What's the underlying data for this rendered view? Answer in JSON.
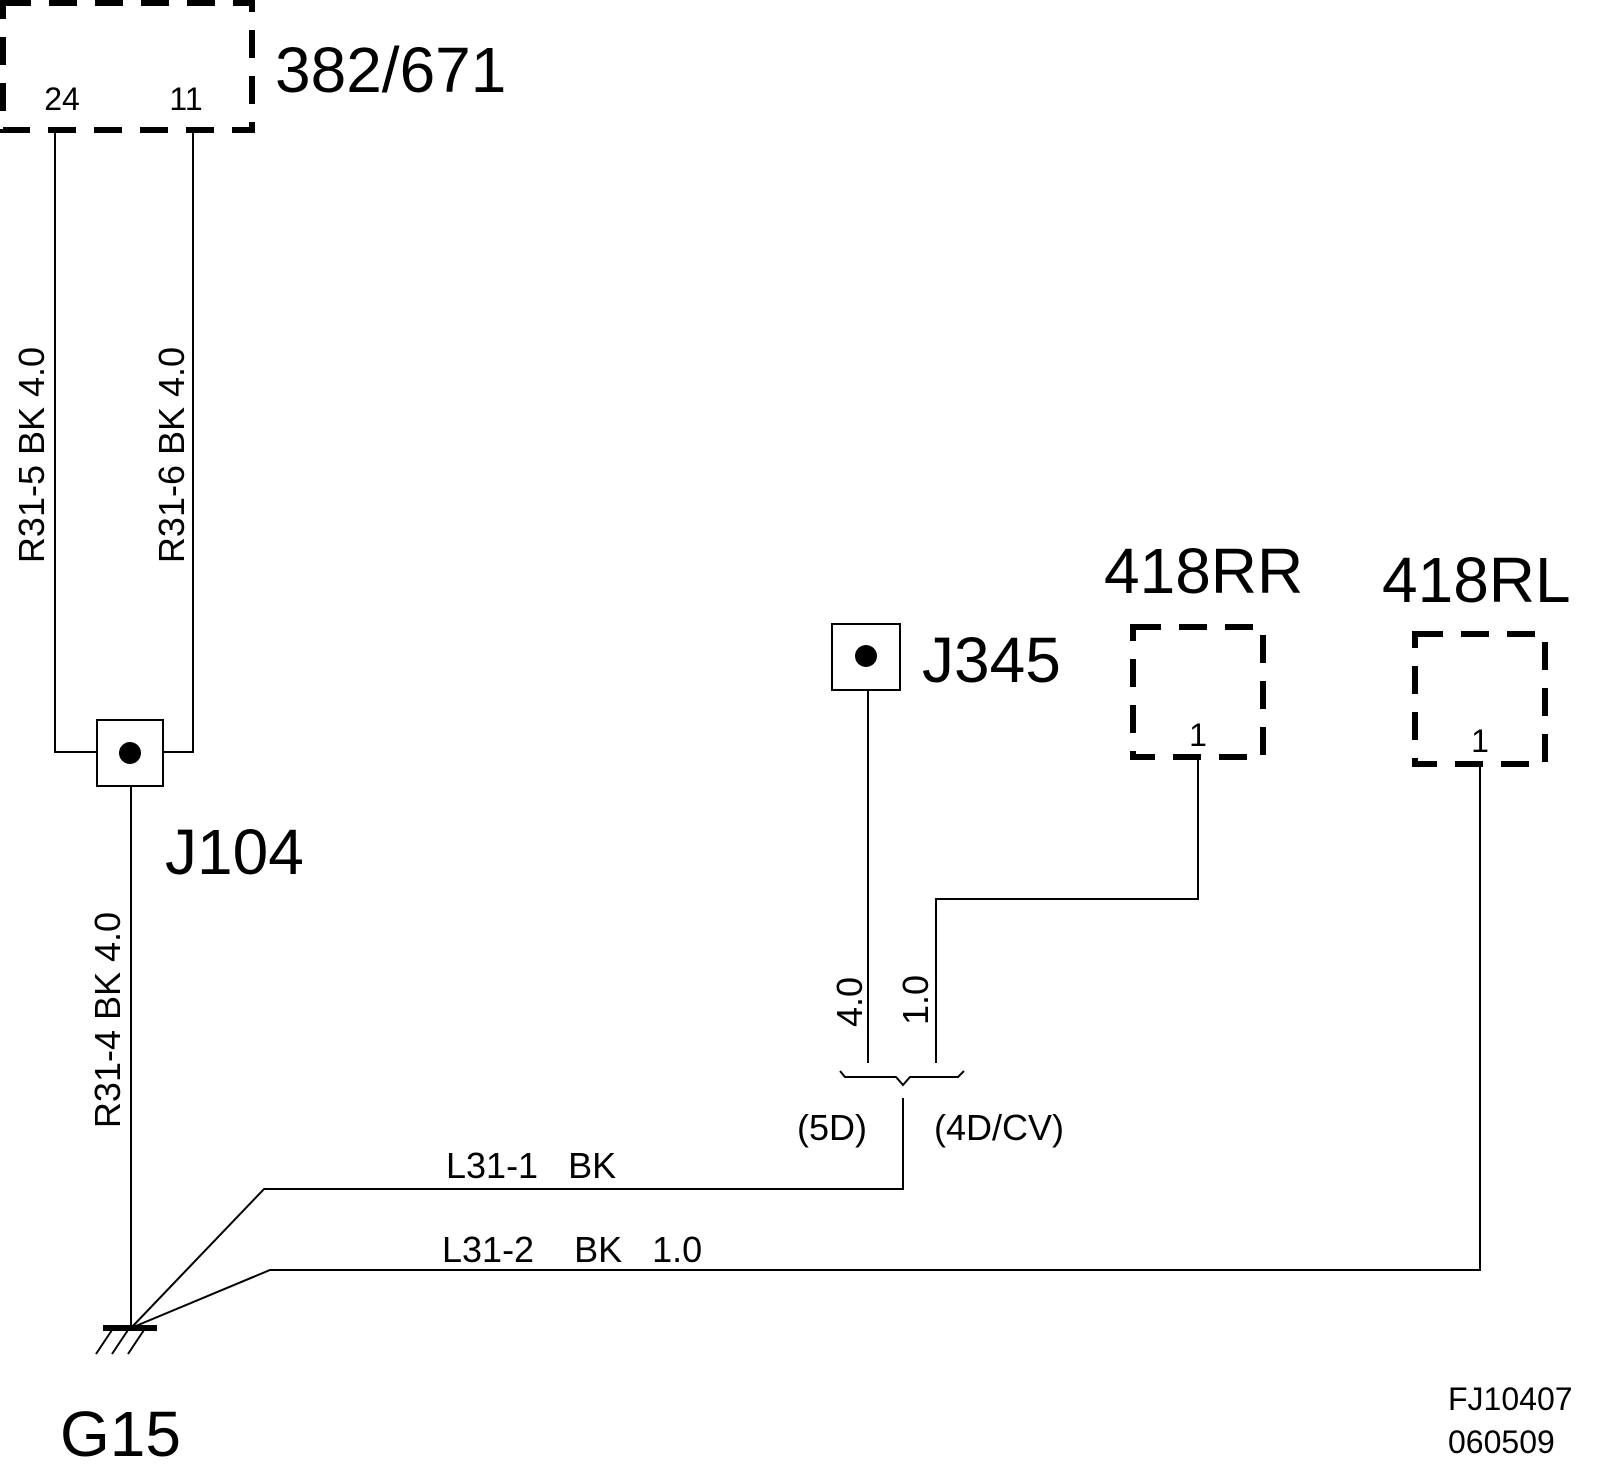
{
  "components": {
    "c382": {
      "name": "382/671",
      "pin_a": "24",
      "pin_b": "11"
    },
    "rr": {
      "name": "418RR",
      "pin": "1"
    },
    "rl": {
      "name": "418RL",
      "pin": "1"
    }
  },
  "junctions": {
    "j104": {
      "name": "J104"
    },
    "j345": {
      "name": "J345"
    }
  },
  "ground": {
    "name": "G15"
  },
  "wires": {
    "r31_5": "R31-5  BK  4.0",
    "r31_6": "R31-6  BK  4.0",
    "r31_4": "R31-4  BK  4.0",
    "gauge_5d": "4.0",
    "gauge_4d": "1.0",
    "l31_1": "L31-1   BK",
    "l31_2": "L31-2    BK   1.0"
  },
  "variants": {
    "left": "(5D)",
    "right": "(4D/CV)"
  },
  "footer": {
    "code": "FJ10407",
    "date": "060509"
  }
}
